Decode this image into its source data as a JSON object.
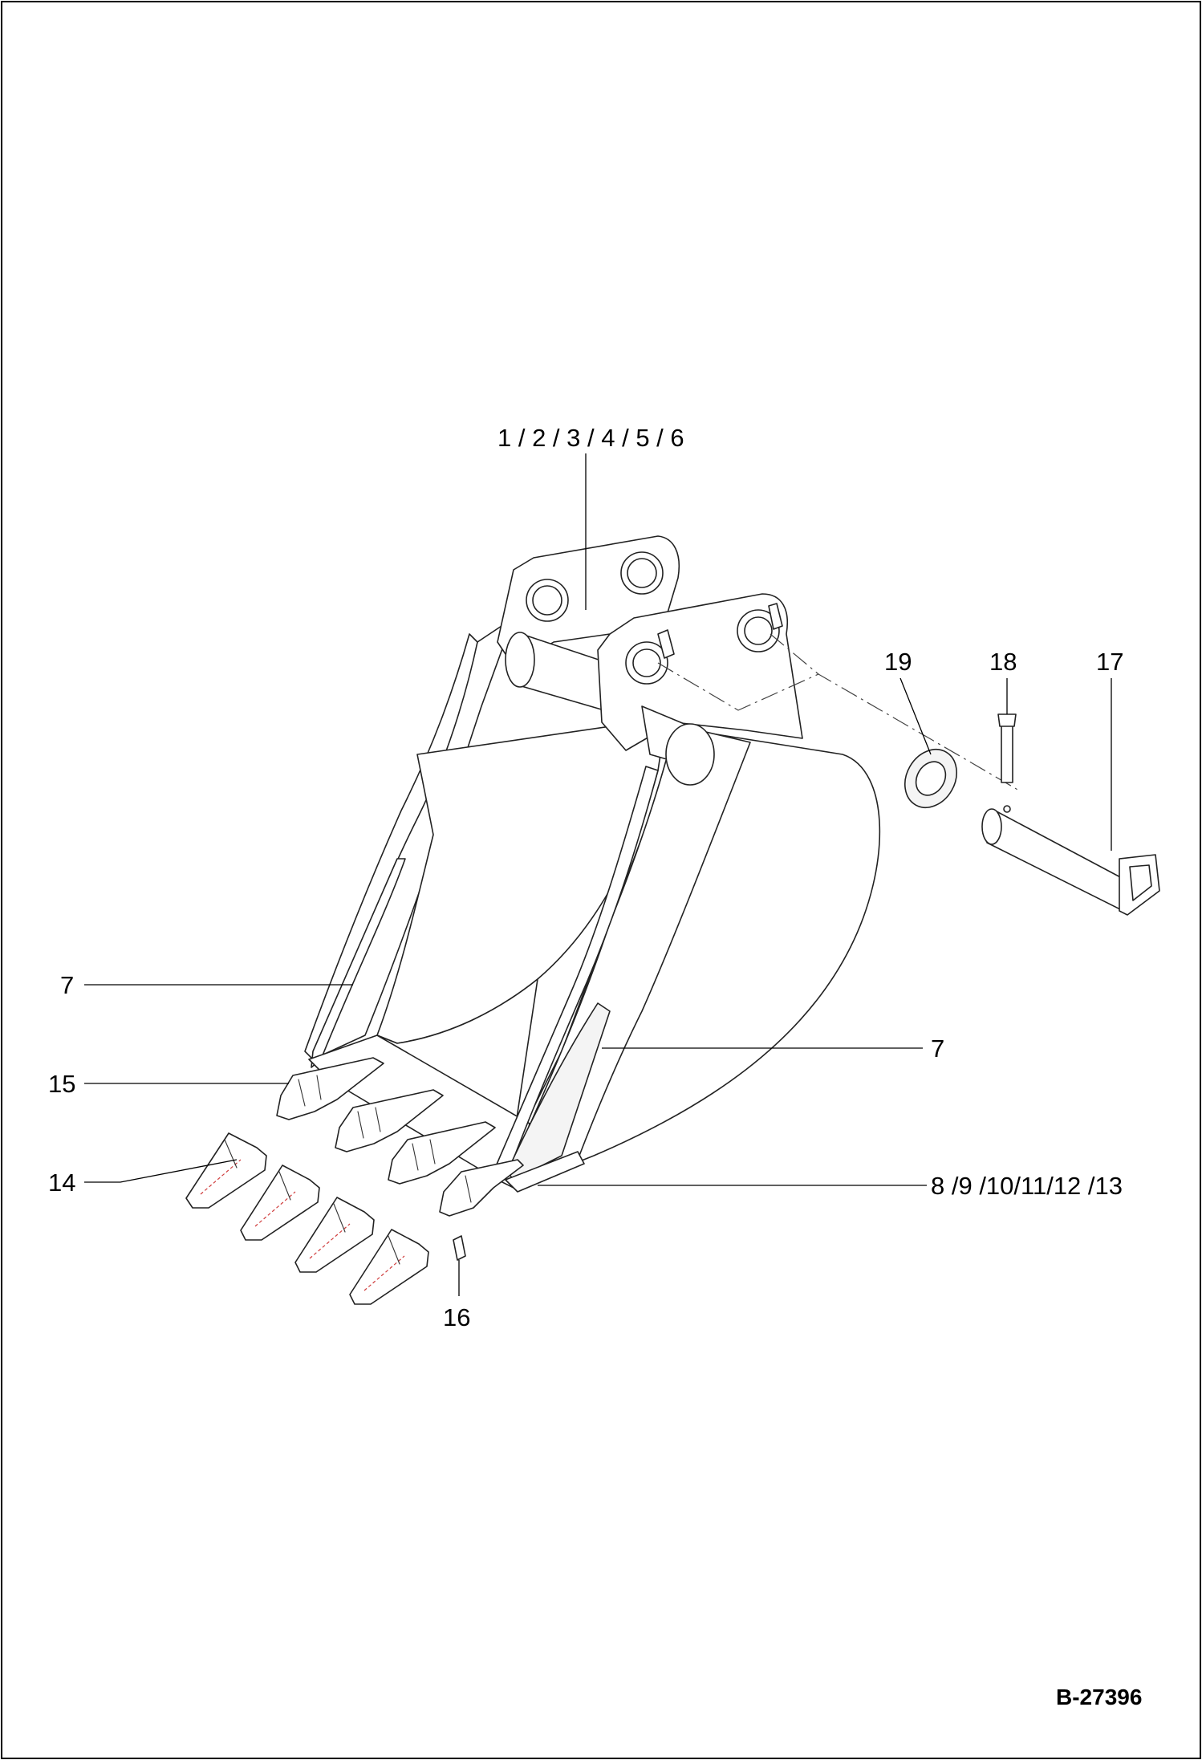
{
  "drawing_number": "B-27396",
  "callouts": {
    "bucket": "1 / 2 / 3 / 4 / 5 / 6",
    "side_cutter_left": "7",
    "side_cutter_right": "7",
    "cutting_edge": "8 /9 /10/11/12 /13",
    "tooth_point": "14",
    "tooth_adapter": "15",
    "tooth_lock": "16",
    "pin": "17",
    "lock_bolt": "18",
    "washer": "19"
  }
}
